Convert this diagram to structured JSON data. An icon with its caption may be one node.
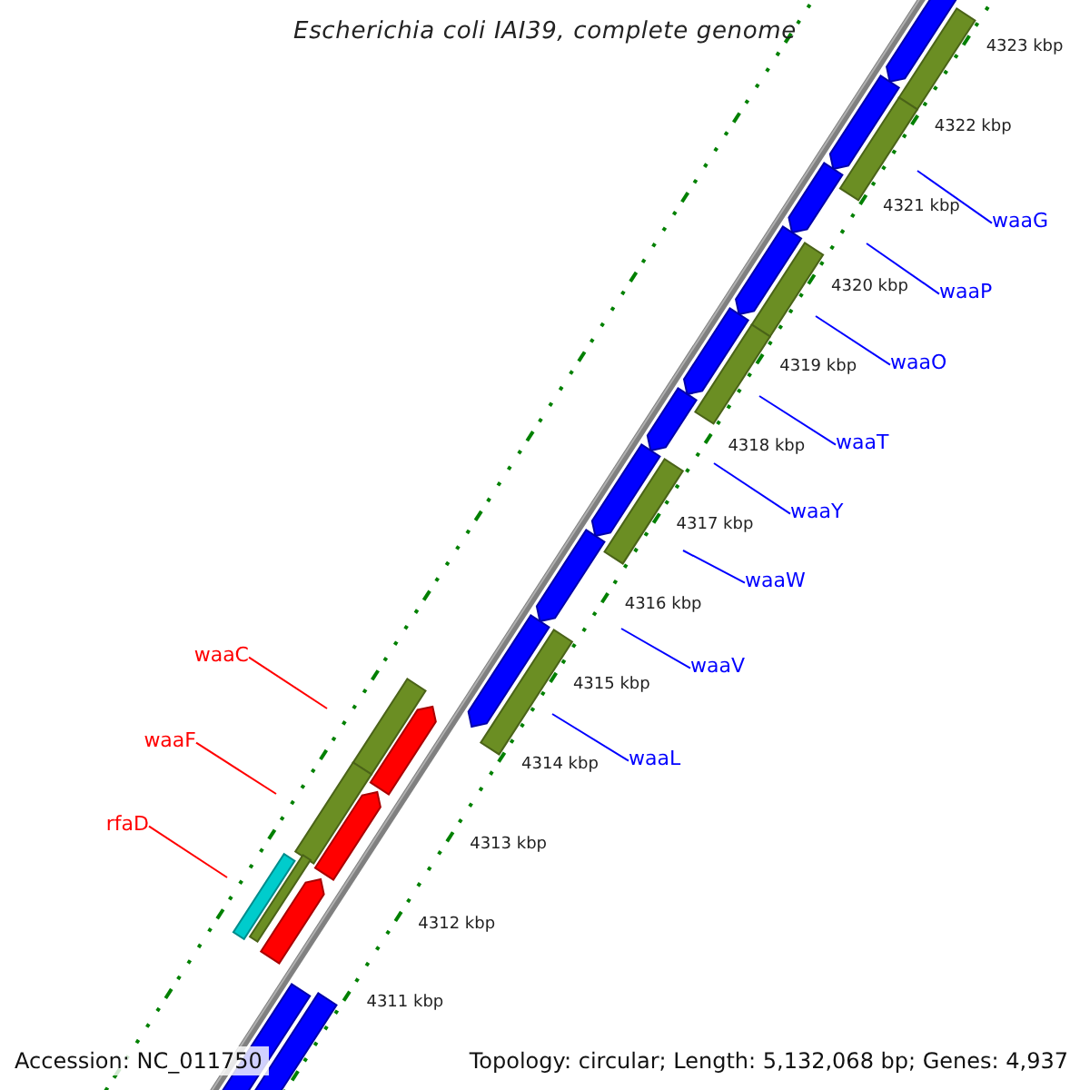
{
  "diagram": {
    "title": "Escherichia coli IAI39, complete genome",
    "nodes": [
      {
        "text": [
          "waaG"
        ]
      },
      {
        "text": [
          "waaP"
        ]
      },
      {
        "text": [
          "waaO"
        ]
      },
      {
        "text": [
          "waaT"
        ]
      },
      {
        "text": [
          "waaY"
        ]
      },
      {
        "text": [
          "waaW"
        ]
      },
      {
        "text": [
          "waaC"
        ]
      },
      {
        "text": [
          "waaV"
        ]
      },
      {
        "text": [
          "waaF"
        ]
      },
      {
        "text": [
          "waaL"
        ]
      },
      {
        "text": [
          "rfaD"
        ]
      }
    ],
    "edges": [
      {
        "from": 0,
        "to": null,
        "arrow": "none"
      },
      {
        "from": 1,
        "to": null,
        "arrow": "none"
      },
      {
        "from": 2,
        "to": null,
        "arrow": "none"
      },
      {
        "from": 3,
        "to": null,
        "arrow": "none"
      },
      {
        "from": 4,
        "to": null,
        "arrow": "none"
      },
      {
        "from": 5,
        "to": null,
        "arrow": "none"
      },
      {
        "from": 6,
        "to": null,
        "arrow": "none",
        "color": "#ff0000"
      },
      {
        "from": 7,
        "to": null,
        "arrow": "none"
      },
      {
        "from": 8,
        "to": null,
        "arrow": "none",
        "color": "#ff0000"
      },
      {
        "from": 9,
        "to": null,
        "arrow": "none"
      },
      {
        "from": 10,
        "to": null,
        "arrow": "none",
        "color": "#ff0000"
      }
    ],
    "labels": [
      "4323 kbp",
      "4322 kbp",
      "4321 kbp",
      "4320 kbp",
      "4319 kbp",
      "4318 kbp",
      "4317 kbp",
      "4316 kbp",
      "4315 kbp",
      "4314 kbp",
      "4313 kbp",
      "4312 kbp",
      "4311 kbp",
      "Accession: NC_011750",
      "Topology: circular; Length: 5,132,068 bp; Genes: 4,937"
    ]
  }
}
